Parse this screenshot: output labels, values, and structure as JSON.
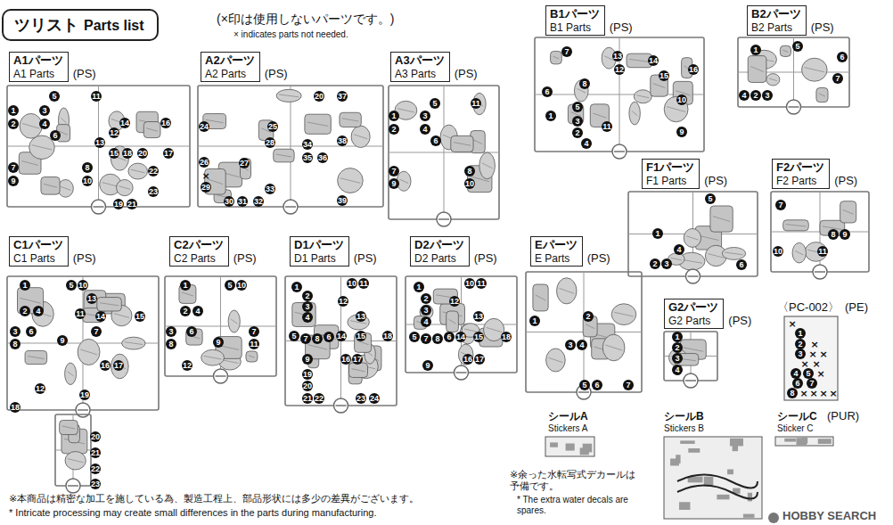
{
  "diagram": {
    "nodes": [
      {
        "text": [
          "ツリスト",
          "Parts list"
        ]
      },
      {
        "text": [
          "B1パーツ",
          "B1 Parts"
        ]
      },
      {
        "text": [
          "B2パーツ",
          "B2 Parts"
        ]
      },
      {
        "text": [
          "A1パーツ",
          "A1 Parts"
        ]
      },
      {
        "text": [
          "A2パーツ",
          "A2 Parts"
        ]
      },
      {
        "text": [
          "A3パーツ",
          "A3 Parts"
        ]
      },
      {
        "text": [
          "F1パーツ",
          "F1 Parts"
        ]
      },
      {
        "text": [
          "F2パーツ",
          "F2 Parts"
        ]
      },
      {
        "text": [
          "C1パーツ",
          "C1 Parts"
        ]
      },
      {
        "text": [
          "C2パーツ",
          "C2 Parts"
        ]
      },
      {
        "text": [
          "D1パーツ",
          "D1 Parts"
        ]
      },
      {
        "text": [
          "D2パーツ",
          "D2 Parts"
        ]
      },
      {
        "text": [
          "Eパーツ",
          "E Parts"
        ]
      },
      {
        "text": [
          "G2パーツ",
          "G2 Parts"
        ]
      }
    ],
    "labels": [
      "(×印は使用しないパーツです。)",
      "× indicates parts not needed.",
      "(PS)",
      "7",
      "13",
      "14",
      "16",
      "12",
      "15",
      "6",
      "8",
      "1",
      "5",
      "3",
      "10",
      "11",
      "2",
      "4",
      "9",
      "(PS)",
      "1",
      "5",
      "6",
      "7",
      "4",
      "2",
      "3",
      "(PS)",
      "5",
      "11",
      "1",
      "2",
      "3",
      "4",
      "6",
      "14",
      "16",
      "12",
      "13",
      "15",
      "18",
      "20",
      "17",
      "22",
      "7",
      "8",
      "9",
      "10",
      "23",
      "19",
      "21",
      "(PS)",
      "20",
      "37",
      "24",
      "25",
      "34",
      "28",
      "26",
      "27",
      "35",
      "36",
      "38",
      "×",
      "29",
      "30",
      "31",
      "32",
      "33",
      "39",
      "(PS)",
      "5",
      "11",
      "1",
      "2",
      "3",
      "4",
      "6",
      "7",
      "8",
      "9",
      "10",
      "(PS)",
      "5",
      "1",
      "2",
      "3",
      "4",
      "6",
      "(PS)",
      "7",
      "8",
      "9",
      "10",
      "11",
      "(PS)",
      "1",
      "5",
      "10",
      "13",
      "2",
      "4",
      "11",
      "14",
      "15",
      "3",
      "6",
      "7",
      "8",
      "9",
      "16",
      "17",
      "12",
      "19",
      "18",
      "20",
      "21",
      "22",
      "23",
      "(PS)",
      "1",
      "5",
      "10",
      "2",
      "4",
      "3",
      "6",
      "7",
      "8",
      "9",
      "11",
      "12",
      "(PS)",
      "1",
      "10",
      "11",
      "2",
      "12",
      "3",
      "4",
      "13",
      "5",
      "7",
      "8",
      "6",
      "14",
      "15",
      "9",
      "16",
      "17",
      "18",
      "19",
      "20",
      "21",
      "22",
      "23",
      "24",
      "(PS)",
      "1",
      "10",
      "11",
      "2",
      "12",
      "3",
      "4",
      "13",
      "5",
      "7",
      "8",
      "6",
      "14",
      "15",
      "9",
      "16",
      "17",
      "18",
      "(PS)",
      "1",
      "2",
      "3",
      "4",
      "5",
      "6",
      "7",
      "(PS)",
      "1",
      "2",
      "3",
      "4",
      "〈PC-002〉",
      "(PE)",
      "×",
      "1",
      "2",
      "×",
      "3",
      "×",
      "×",
      "×",
      "×",
      "4",
      "5",
      "×",
      "6",
      "7",
      "8",
      "×",
      "×",
      "×",
      "×",
      "シールA",
      "Stickers A",
      "シールB",
      "Stickers B",
      "シールC",
      "Sticker C",
      "(PUR)",
      "※余った水転写式デカールは 予備です。",
      "* The extra water decals are spares.",
      "※本商品は精密な加工を施している為、製造工程上、部品形状には多少の差異がございます。",
      "* Intricate processing may create small differences in the parts during manufacturing.",
      "HOBBY SEARCH"
    ]
  }
}
